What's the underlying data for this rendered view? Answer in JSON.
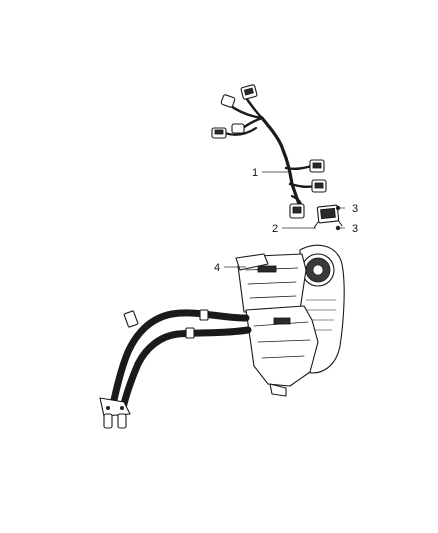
{
  "callouts": [
    {
      "number": "1",
      "part": "wire-harness"
    },
    {
      "number": "2",
      "part": "blower-motor-resistor"
    },
    {
      "number": "3",
      "part": "screw"
    },
    {
      "number": "3",
      "part": "screw"
    },
    {
      "number": "4",
      "part": "hvac-housing"
    }
  ],
  "colors": {
    "line": "#1a1a1a",
    "background": "#ffffff"
  }
}
